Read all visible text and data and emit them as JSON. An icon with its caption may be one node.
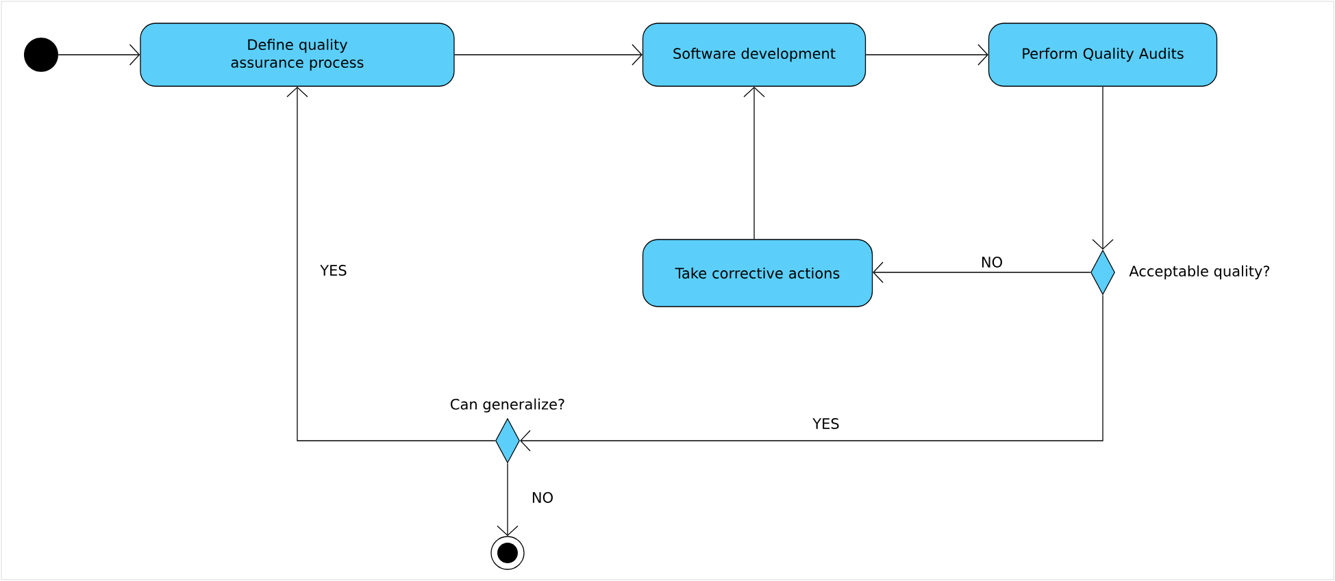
{
  "diagram": {
    "nodes": [
      {
        "text": [],
        "shape": "circle"
      },
      {
        "text": [
          "Define quality assurance process"
        ]
      },
      {
        "text": [
          "Software development"
        ]
      },
      {
        "text": [
          "Perform Quality Audits"
        ]
      },
      {
        "text": [
          "Take corrective actions"
        ]
      },
      {
        "text": [],
        "shape": "diamond",
        "beside": [
          "Acceptable quality?"
        ]
      },
      {
        "text": [],
        "shape": "diamond",
        "beside": [
          "Can generalize?"
        ]
      },
      {
        "text": [],
        "shape": "circle"
      }
    ],
    "edges": [
      {
        "from": 0,
        "to": 1,
        "arrow": "to"
      },
      {
        "from": 1,
        "to": 2,
        "arrow": "to"
      },
      {
        "from": 2,
        "to": 3,
        "arrow": "to"
      },
      {
        "from": 3,
        "to": 5,
        "arrow": "to"
      },
      {
        "from": 5,
        "to": 4,
        "arrow": "to",
        "label": "NO"
      },
      {
        "from": 4,
        "to": 2,
        "arrow": "to"
      },
      {
        "from": 5,
        "to": 6,
        "arrow": "to",
        "label": "YES"
      },
      {
        "from": 6,
        "to": 1,
        "arrow": "to",
        "label": "YES"
      },
      {
        "from": 6,
        "to": 7,
        "arrow": "to",
        "label": "NO"
      }
    ]
  }
}
